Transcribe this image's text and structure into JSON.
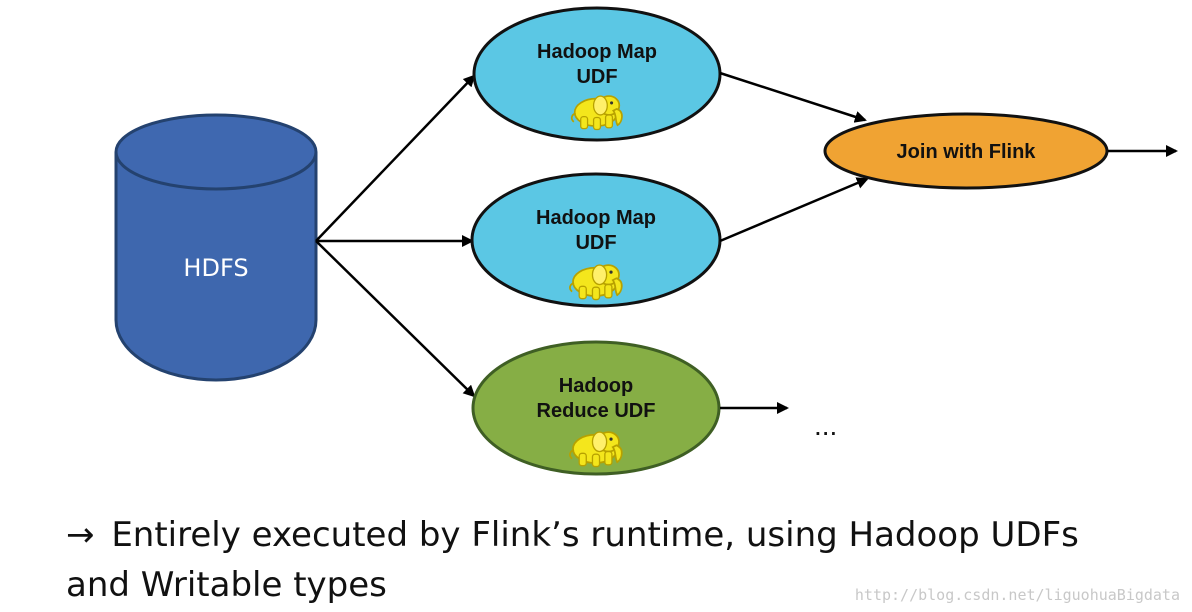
{
  "storage": {
    "label": "HDFS"
  },
  "nodes": {
    "map_udf_1": [
      "Hadoop Map",
      "UDF"
    ],
    "map_udf_2": [
      "Hadoop Map",
      "UDF"
    ],
    "reduce_udf": [
      "Hadoop",
      "Reduce UDF"
    ],
    "join": "Join with Flink",
    "continuation": "..."
  },
  "caption": {
    "arrow": "→",
    "line1": "Entirely executed by Flink’s runtime, using Hadoop UDFs",
    "line2": "and Writable types"
  },
  "watermark": "http://blog.csdn.net/liguohuaBigdata",
  "colors": {
    "hdfs_fill": "#3E67AE",
    "hdfs_stroke": "#24426F",
    "map_fill": "#5BC7E4",
    "reduce_fill": "#86AE45",
    "join_fill": "#F0A333",
    "elephant": "#F4E61C",
    "arrow": "#000000"
  },
  "icons": {
    "hadoop_logo": "hadoop-elephant-icon"
  }
}
